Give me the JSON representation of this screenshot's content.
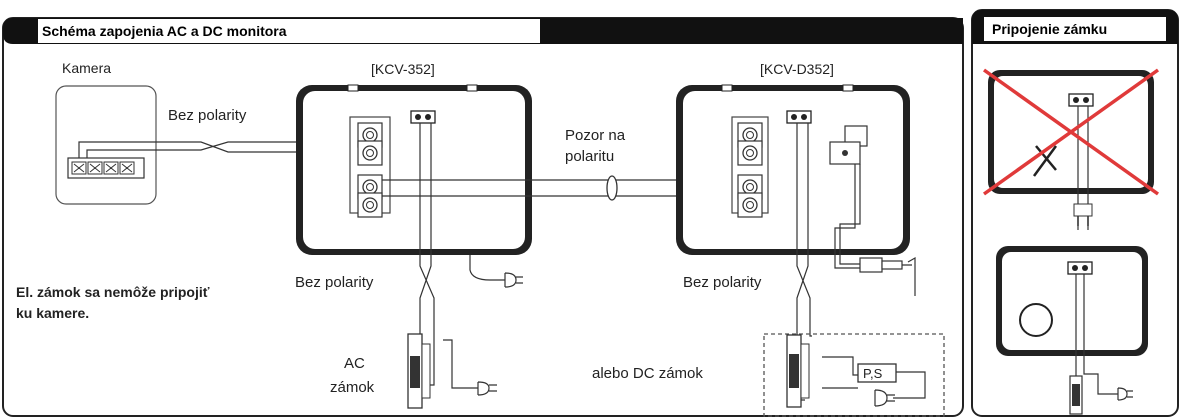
{
  "main_panel": {
    "title": "Schéma zapojenia AC a DC monitora",
    "camera_label": "Kamera",
    "monitor_left_label": "[KCV-352]",
    "monitor_right_label": "[KCV-D352]",
    "no_polarity_camera": "Bez polarity",
    "polarity_warning": [
      "Pozor na",
      "polaritu"
    ],
    "no_polarity_left": "Bez polarity",
    "no_polarity_right": "Bez polarity",
    "lock_note": [
      "El. zámok sa nemôže pripojiť",
      "ku kamere."
    ],
    "ac_lock_label": [
      "AC",
      "zámok"
    ],
    "dc_lock_label": "alebo DC zámok",
    "power_supply_label": "P,S"
  },
  "side_panel": {
    "title": "Pripojenie zámku"
  },
  "colors": {
    "frame": "#222222",
    "title_bar": "#111111",
    "cross": "#e03a3a",
    "wire": "#333333"
  }
}
